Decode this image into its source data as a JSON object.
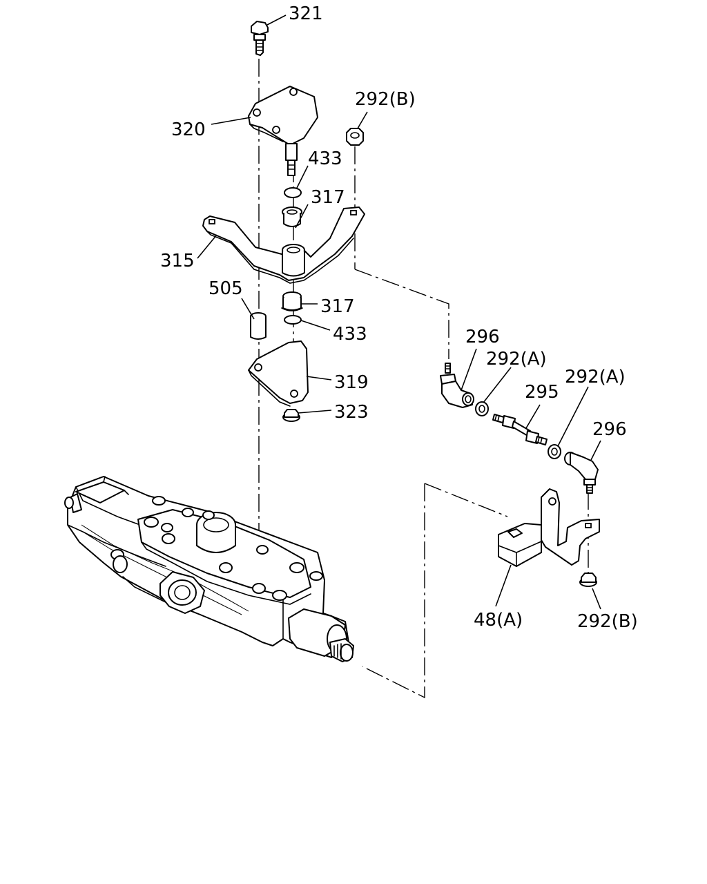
{
  "diagram": {
    "callouts": {
      "c321": "321",
      "c320": "320",
      "c433a": "433",
      "c317a": "317",
      "c315": "315",
      "c292b_top": "292(B)",
      "c505": "505",
      "c317b": "317",
      "c433b": "433",
      "c319": "319",
      "c323": "323",
      "c296a": "296",
      "c292a_1": "292(A)",
      "c295": "295",
      "c292a_2": "292(A)",
      "c296b": "296",
      "c48a": "48(A)",
      "c292b_bottom": "292(B)"
    },
    "line_color": "#000000",
    "background": "#ffffff"
  }
}
